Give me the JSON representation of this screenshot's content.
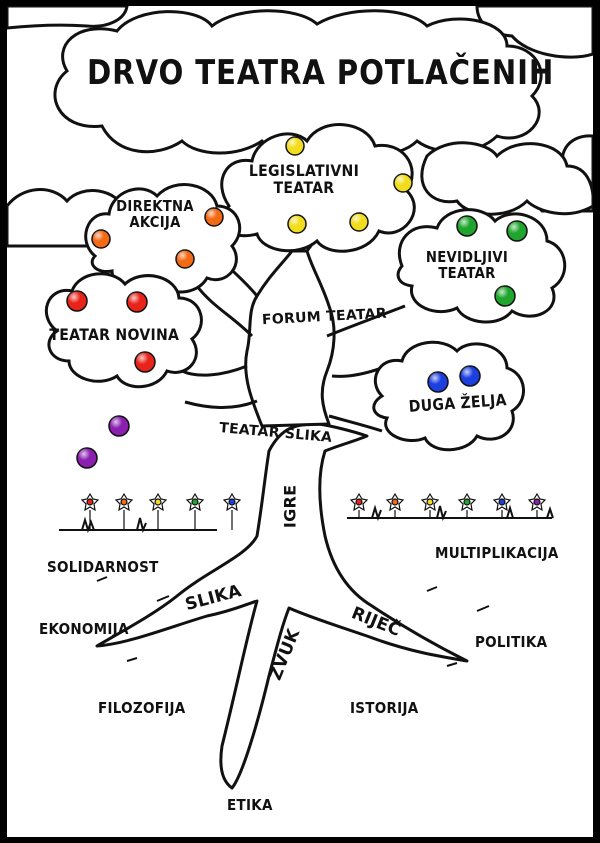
{
  "title": "DRVO TEATRA POTLAČENIH",
  "branches": {
    "legislative": "LEGISLATIVNI\nTEATAR",
    "direct_action": "DIREKTNA\nAKCIJA",
    "invisible": "NEVIDLJIVI\nTEATAR",
    "newspaper": "TEATAR NOVINA",
    "rainbow": "DUGA ŽELJA"
  },
  "trunk": {
    "forum": "FORUM TEATAR",
    "image": "TEATAR SLIKA",
    "games": "IGRE"
  },
  "roots": {
    "image": "SLIKA",
    "word": "RIJEČ",
    "sound": "ZVUK"
  },
  "soil_fields": {
    "solidarity": "SOLIDARNOST",
    "multiplication": "MULTIPLIKACIJA",
    "economy": "EKONOMIJA",
    "politics": "POLITIKA",
    "philosophy": "FILOZOFIJA",
    "history": "ISTORIJA",
    "ethics": "ETIKA"
  },
  "colors": {
    "yellow_fruit": "#f2dd1c",
    "orange_fruit": "#f26a14",
    "red_fruit": "#e8231a",
    "green_fruit": "#1fa52d",
    "blue_fruit": "#1d3fe0",
    "purple_fruit": "#8a1fb0",
    "cloud_fill": "#ffffff",
    "outline": "#111111"
  }
}
